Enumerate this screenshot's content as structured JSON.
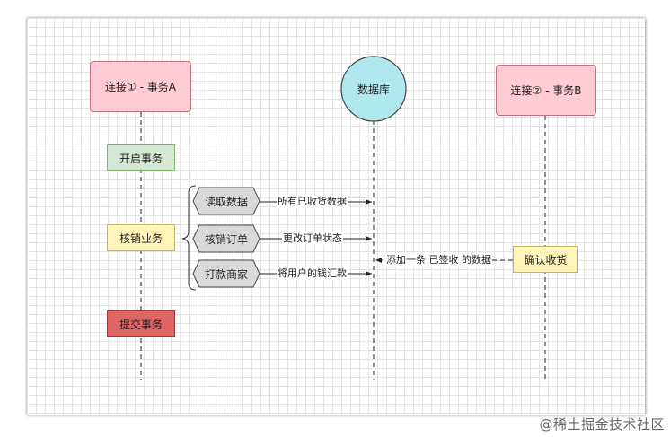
{
  "participants": {
    "conn_a": "连接① - 事务A",
    "db": "数据库",
    "conn_b": "连接② - 事务B"
  },
  "steps": {
    "begin": "开启事务",
    "verify": "核销业务",
    "commit": "提交事务",
    "confirm": "确认收货"
  },
  "operations": [
    {
      "label": "读取数据",
      "message": "所有已收货数据"
    },
    {
      "label": "核销订单",
      "message": "更改订单状态"
    },
    {
      "label": "打款商家",
      "message": "将用户的钱汇款"
    }
  ],
  "insert_message": "添加一条 已签收 的数据",
  "watermark": "@稀土掘金技术社区",
  "colors": {
    "pink_fill": "#ffccd5",
    "pink_stroke": "#c0707a",
    "db_fill": "#b0e8f0",
    "green_fill": "#d5e8d4",
    "green_stroke": "#82b366",
    "yellow_fill": "#fff5bb",
    "yellow_stroke": "#c8b45a",
    "red_fill": "#e06666",
    "red_stroke": "#a33",
    "gray_fill": "#d9d9d9"
  }
}
